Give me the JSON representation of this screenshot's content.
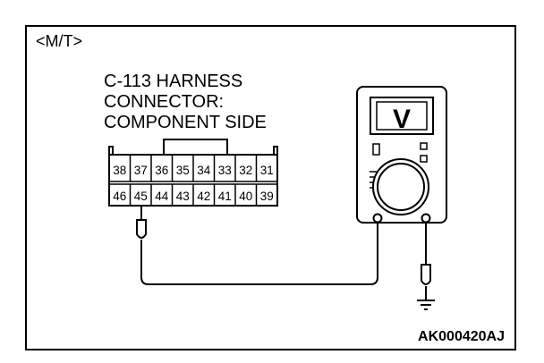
{
  "variant_label": "<M/T>",
  "connector_title": [
    "C-113 HARNESS",
    "CONNECTOR:",
    "COMPONENT SIDE"
  ],
  "pins_top": [
    "38",
    "37",
    "36",
    "35",
    "34",
    "33",
    "32",
    "31"
  ],
  "pins_bottom": [
    "46",
    "45",
    "44",
    "43",
    "42",
    "41",
    "40",
    "39"
  ],
  "meter_display_symbol": "V",
  "figure_code": "AK000420AJ"
}
